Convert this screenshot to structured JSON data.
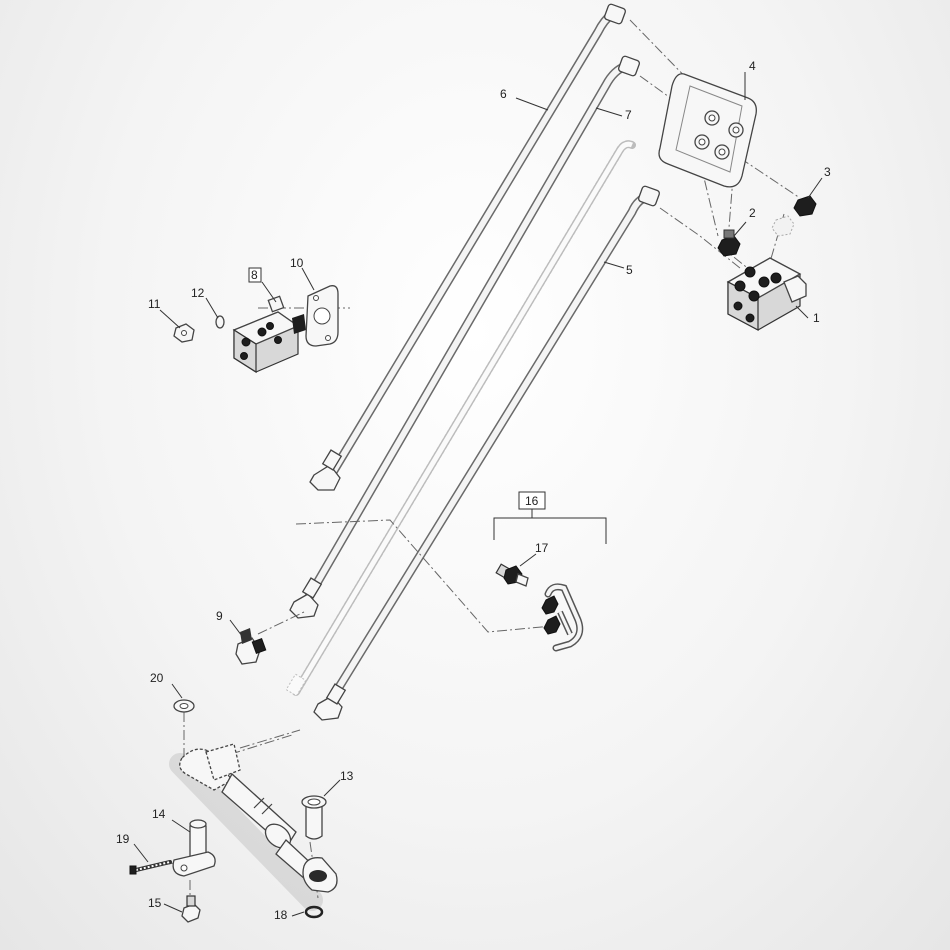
{
  "diagram": {
    "callouts": [
      {
        "id": "c1",
        "label": "1",
        "boxed": false
      },
      {
        "id": "c2",
        "label": "2",
        "boxed": false
      },
      {
        "id": "c3",
        "label": "3",
        "boxed": false
      },
      {
        "id": "c4",
        "label": "4",
        "boxed": false
      },
      {
        "id": "c5",
        "label": "5",
        "boxed": false
      },
      {
        "id": "c6",
        "label": "6",
        "boxed": false
      },
      {
        "id": "c7",
        "label": "7",
        "boxed": false
      },
      {
        "id": "c8",
        "label": "8",
        "boxed": true
      },
      {
        "id": "c9",
        "label": "9",
        "boxed": false
      },
      {
        "id": "c10",
        "label": "10",
        "boxed": false
      },
      {
        "id": "c11",
        "label": "11",
        "boxed": false
      },
      {
        "id": "c12",
        "label": "12",
        "boxed": false
      },
      {
        "id": "c13",
        "label": "13",
        "boxed": false
      },
      {
        "id": "c14",
        "label": "14",
        "boxed": false
      },
      {
        "id": "c15",
        "label": "15",
        "boxed": false
      },
      {
        "id": "c16",
        "label": "16",
        "boxed": true
      },
      {
        "id": "c17",
        "label": "17",
        "boxed": false
      },
      {
        "id": "c18",
        "label": "18",
        "boxed": false
      },
      {
        "id": "c19",
        "label": "19",
        "boxed": false
      },
      {
        "id": "c20",
        "label": "20",
        "boxed": false
      }
    ]
  }
}
